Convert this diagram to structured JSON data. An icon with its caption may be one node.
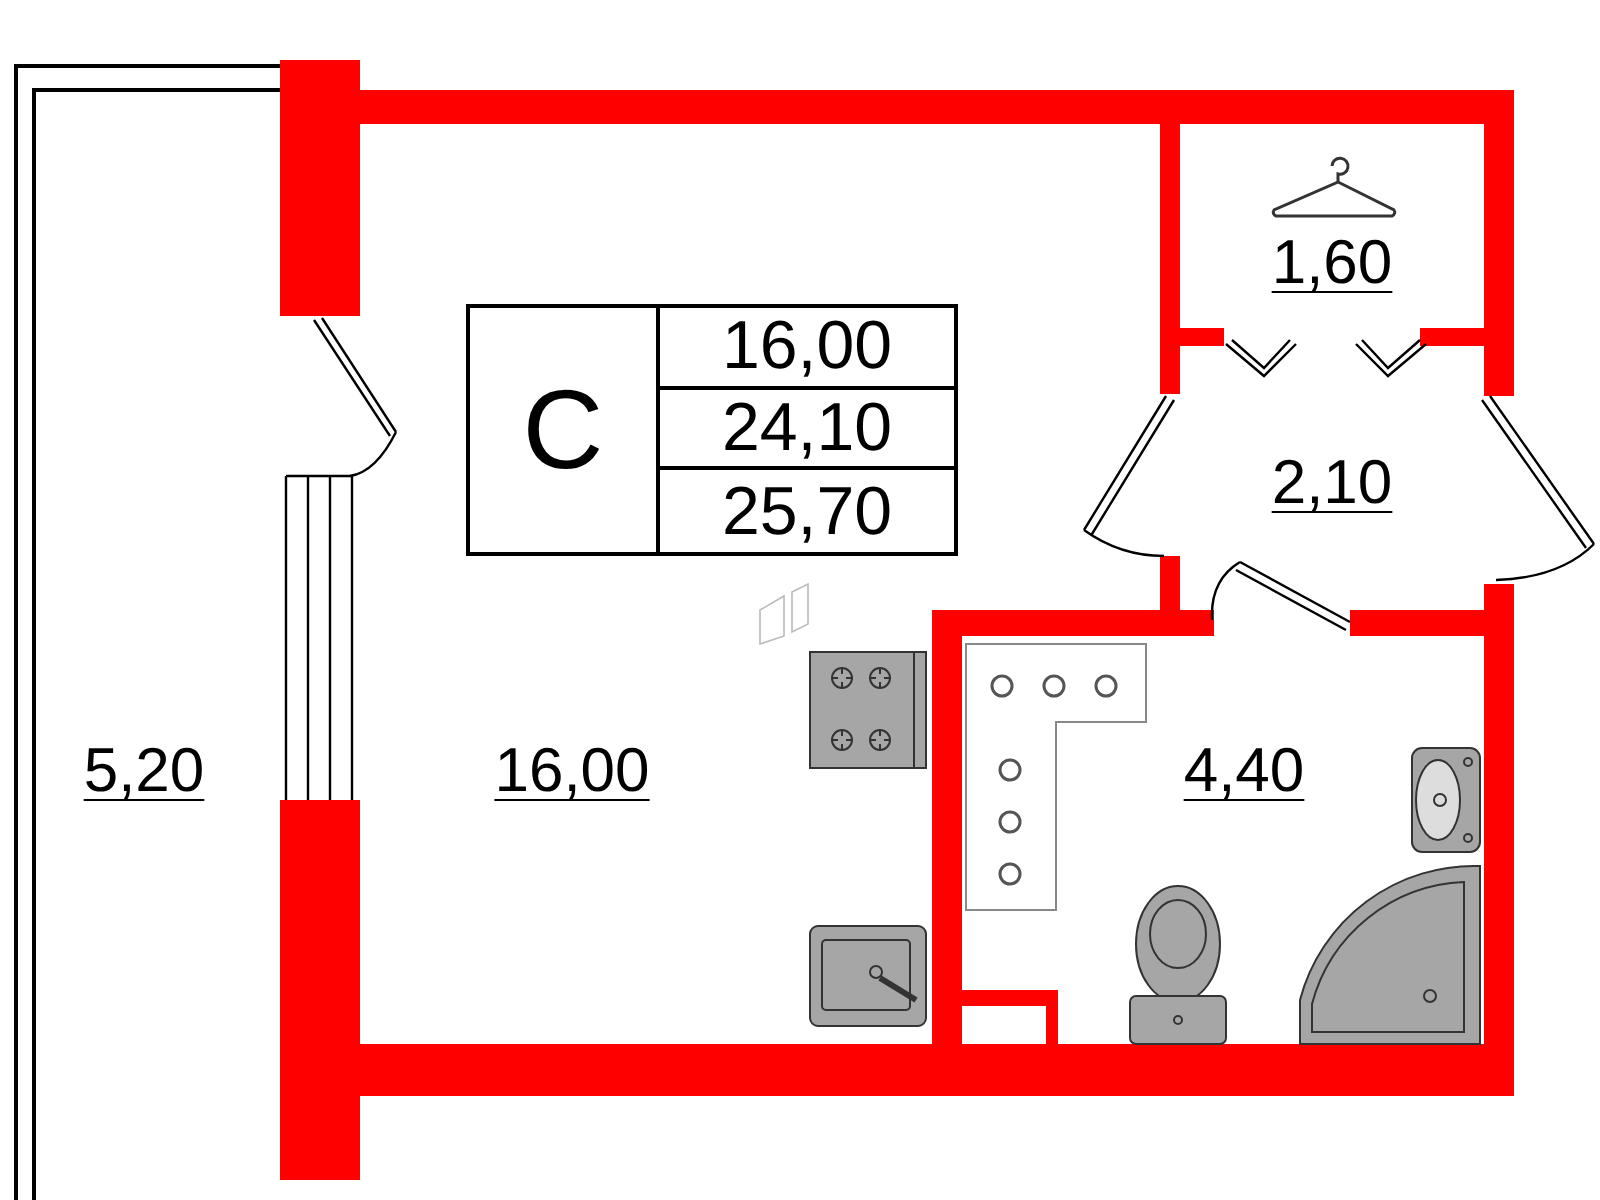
{
  "diagram": {
    "labels": [
      "C",
      "16,00",
      "24,10",
      "25,70",
      "1,60",
      "2,10",
      "5,20",
      "16,00",
      "4,40"
    ]
  }
}
